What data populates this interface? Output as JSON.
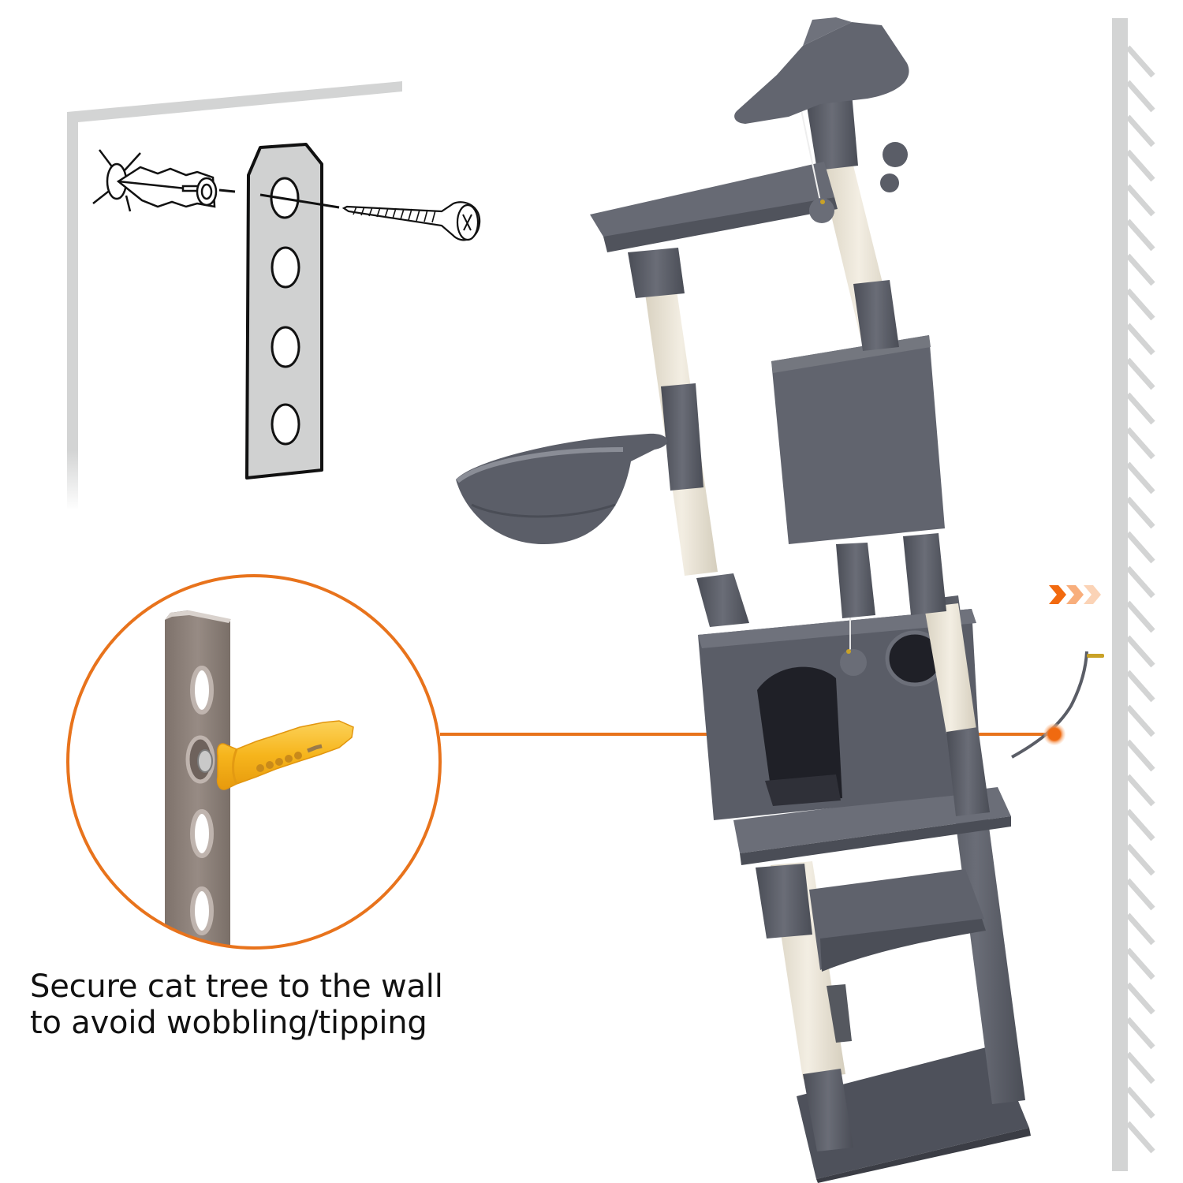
{
  "caption": {
    "line1": "Secure cat tree to the wall",
    "line2": "to avoid wobbling/tipping"
  },
  "colors": {
    "accent_orange": "#e8731c",
    "wall_grey": "#d3d4d4",
    "plush_grey": "#5e616b",
    "plush_dark": "#3e4048",
    "sisal": "#ece6d8",
    "bracket_brown": "#8b7f78",
    "anchor_yellow": "#f4b81e",
    "diagram_plate": "#d0d1d1"
  },
  "callout": {
    "arrows_icon": "chevron-right-triple",
    "zoom_circle": "anchor-bracket-closeup",
    "connector": "orange-leader-line"
  },
  "illustration": {
    "diagram": "wall-anchor-screw-bracket-diagram",
    "product": "grey-plush-cat-tree",
    "wall": "hatched-wall-section"
  }
}
